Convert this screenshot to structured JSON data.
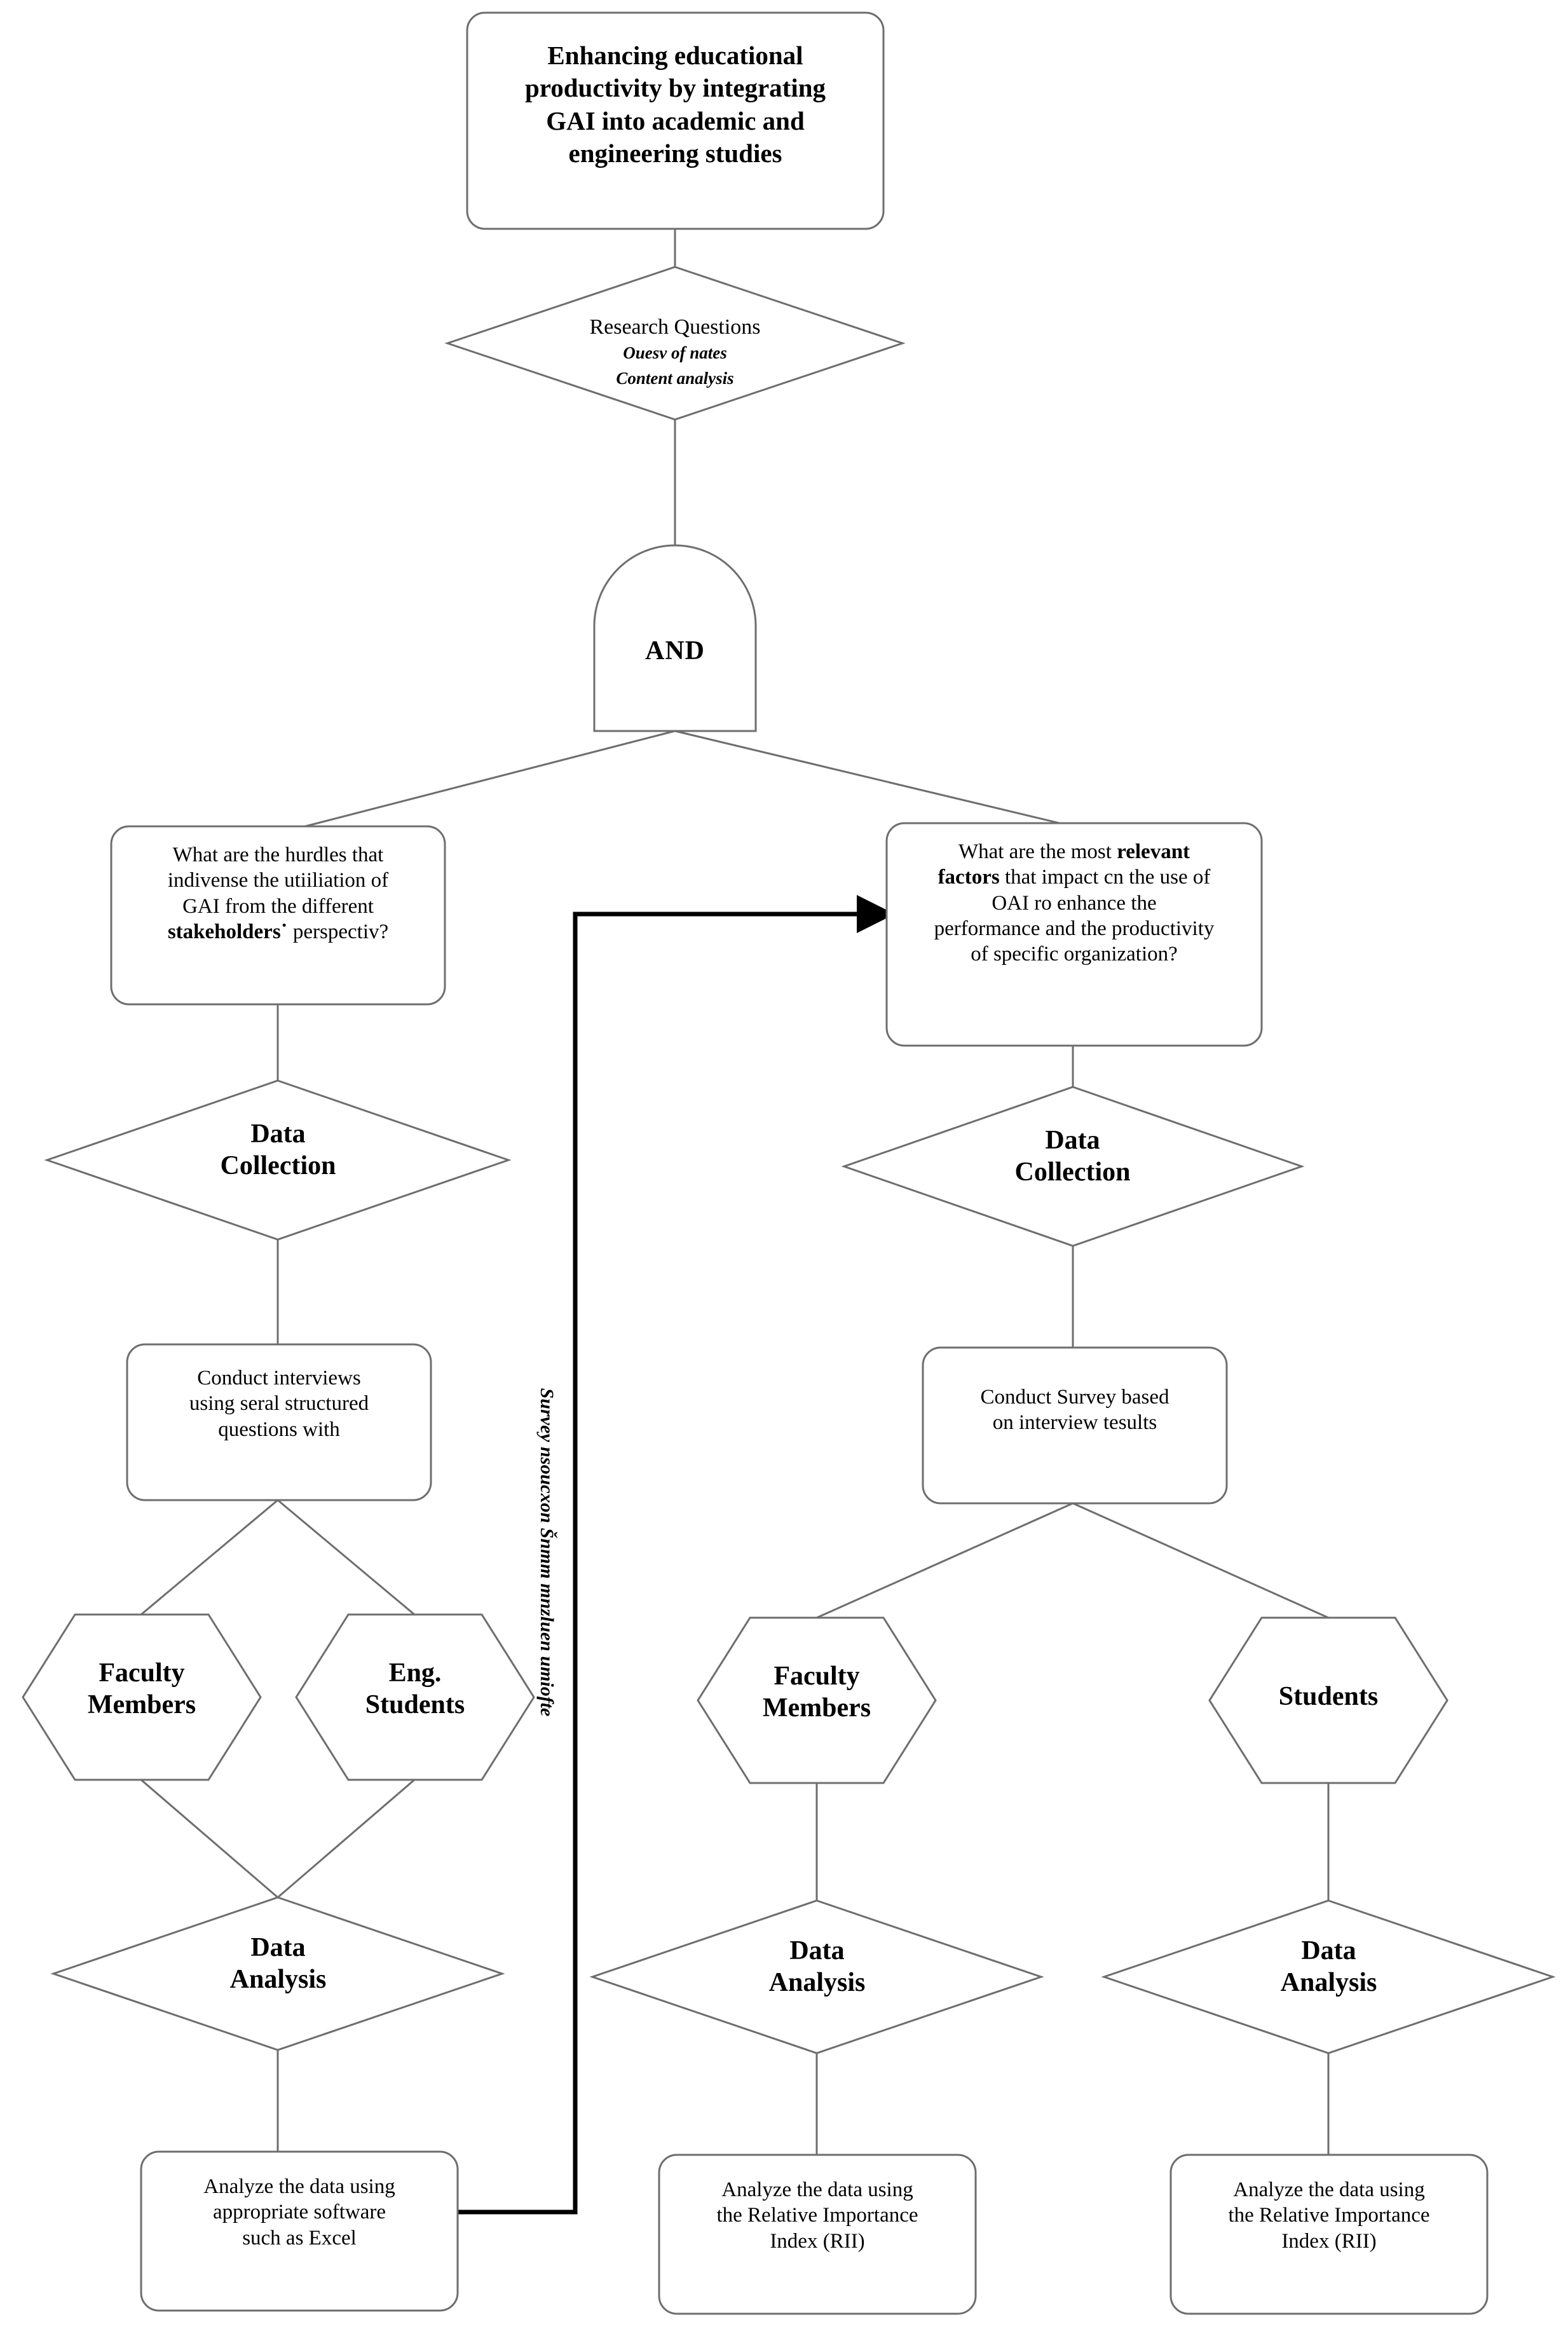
{
  "diagram": {
    "title_box": {
      "text": "Enhancing educational\nproductivity by integrating\nGAI into academic and\nengineering studies"
    },
    "research_questions": {
      "heading": "Research Questions",
      "sub_line_1": "Ouesv of nates",
      "sub_line_2": "Content analysis"
    },
    "logic_gate": {
      "label": "AND"
    },
    "left_branch": {
      "question": {
        "line_1": "What are the hurdles that",
        "line_2": "indivense the utiiliation of",
        "line_3": "GAI from the different",
        "line_4_bold": "stakeholders˙",
        "line_4_rest": " perspectiv?"
      },
      "data_collection": "Data\nCollection",
      "process": "Conduct interviews\nusing seral structured\nquestions with",
      "actors": [
        "Faculty\nMembers",
        "Eng.\nStudents"
      ],
      "data_analysis": "Data\nAnalysis",
      "outcome": "Analyze the data using\nappropriate software\nsuch as Excel"
    },
    "right_branch": {
      "question": {
        "line_1_rest": "What are the most ",
        "line_1_bold": "relevant",
        "line_2_bold": "factors",
        "line_2_rest": " that impact cn the use of",
        "line_3": "OAI ro enhance the",
        "line_4": "performance and the productivity",
        "line_5": "of specific organization?"
      },
      "data_collection": "Data\nCollection",
      "process": "Conduct Survey based\non interview tesults",
      "actors": [
        "Faculty\nMembers",
        "Students"
      ],
      "analysis_left": "Data\nAnalysis",
      "analysis_right": "Data\nAnalysis",
      "outcome_left": "Analyze the data using\nthe Relative Importance\nIndex (RII)",
      "outcome_right": "Analyze the data using\nthe Relative Importance\nIndex (RII)"
    },
    "feedback_loop": {
      "label": "Survey nsoucxon Šnmm mnzluen umiofte"
    },
    "colors": {
      "shape_stroke": "#6e6e6e",
      "connector": "#6e6e6e",
      "feedback": "#000000",
      "text": "#000000",
      "background": "#ffffff"
    }
  }
}
